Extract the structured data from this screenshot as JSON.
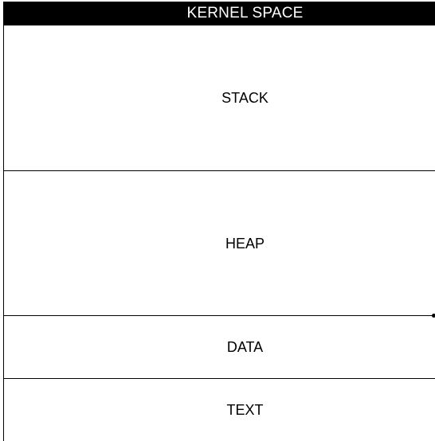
{
  "diagram": {
    "segments": {
      "kernel": "KERNEL SPACE",
      "stack": "STACK",
      "heap": "HEAP",
      "data": "DATA",
      "text": "TEXT"
    }
  },
  "colors": {
    "kernel_background": "#000000",
    "kernel_text": "#ffffff",
    "segment_text": "#000000",
    "lines": "#000000"
  }
}
